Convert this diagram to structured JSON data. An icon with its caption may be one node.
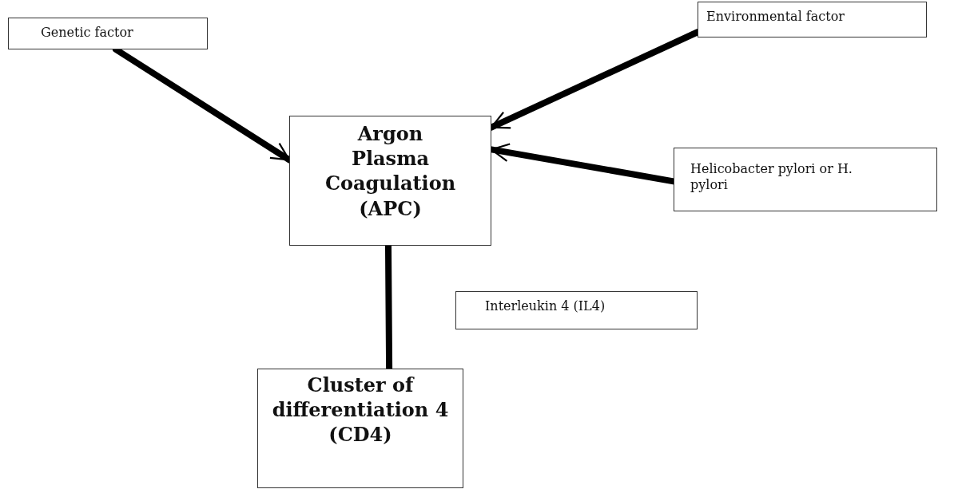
{
  "diagram": {
    "nodes": [
      {
        "text": [
          "Genetic factor"
        ]
      },
      {
        "text": [
          "Environmental factor"
        ]
      },
      {
        "text": [
          "Argon Plasma Coagulation (APC)"
        ]
      },
      {
        "text": [
          "Helicobacter pylori or H. pylori"
        ]
      },
      {
        "text": [
          "Interleukin 4 (IL4)"
        ]
      },
      {
        "text": [
          "Cluster of differentiation 4 (CD4)"
        ]
      }
    ],
    "edges": [
      {
        "from": 0,
        "to": 2,
        "arrow": "to"
      },
      {
        "from": 1,
        "to": 2,
        "arrow": "to"
      },
      {
        "from": 3,
        "to": 2,
        "arrow": "to"
      },
      {
        "from": 2,
        "to": 5,
        "arrow": "none"
      }
    ]
  }
}
